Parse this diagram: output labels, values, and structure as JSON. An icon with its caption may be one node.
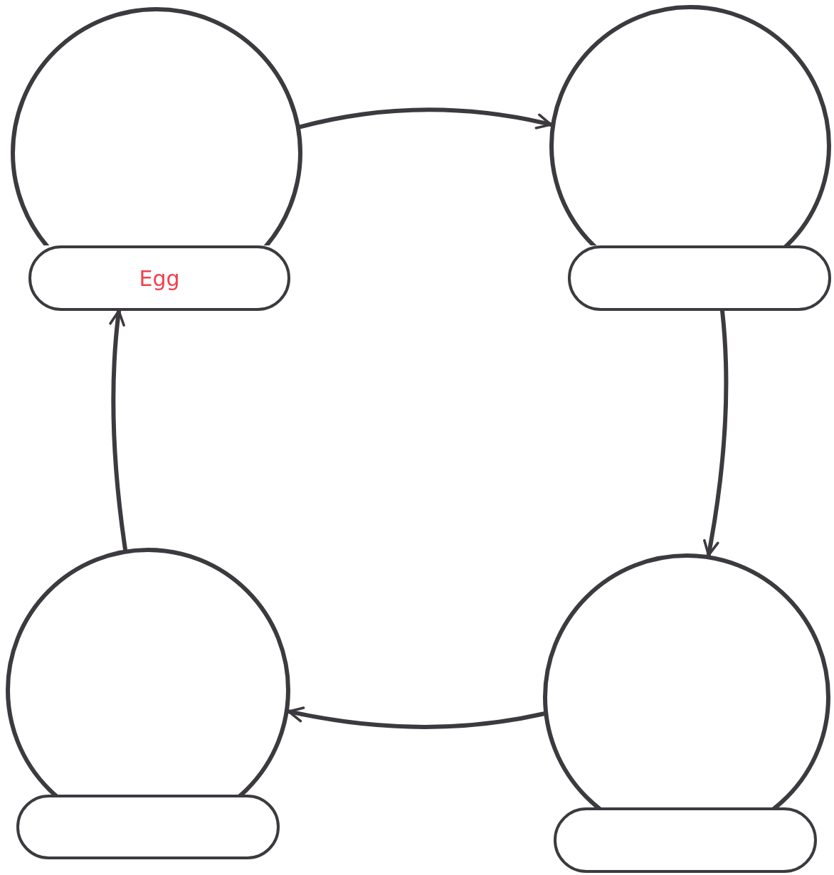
{
  "diagram": {
    "nodes": [
      {
        "text": [],
        "shape": "circle"
      },
      {
        "text": [
          "Egg"
        ]
      },
      {
        "text": [],
        "shape": "circle"
      },
      {
        "text": [],
        "shape": "box"
      },
      {
        "text": [],
        "shape": "circle"
      },
      {
        "text": [],
        "shape": "box"
      },
      {
        "text": [],
        "shape": "circle"
      },
      {
        "text": [],
        "shape": "box"
      }
    ],
    "edges": [
      {
        "from": 0,
        "to": 2,
        "arrow": "to"
      },
      {
        "from": 3,
        "to": 6,
        "arrow": "to"
      },
      {
        "from": 6,
        "to": 4,
        "arrow": "to"
      },
      {
        "from": 4,
        "to": 1,
        "arrow": "to"
      }
    ]
  }
}
